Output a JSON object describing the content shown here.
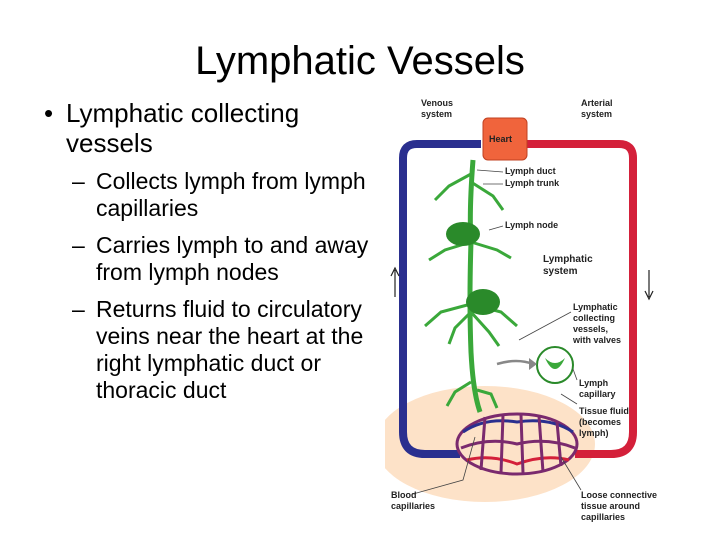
{
  "title": "Lymphatic Vessels",
  "bullet": {
    "marker": "•",
    "text": "Lymphatic collecting vessels",
    "sub_marker": "–",
    "sub_items": [
      "Collects lymph from lymph capillaries",
      "Carries lymph to and away from lymph nodes",
      "Returns fluid to circulatory veins near the heart at the right lymphatic duct or thoracic duct"
    ]
  },
  "diagram": {
    "labels": {
      "venous": "Venous\nsystem",
      "arterial": "Arterial\nsystem",
      "heart": "Heart",
      "lymph_duct": "Lymph duct",
      "lymph_trunk": "Lymph trunk",
      "lymph_node": "Lymph node",
      "lymphatic_system": "Lymphatic\nsystem",
      "collecting": "Lymphatic\ncollecting\nvessels,\nwith valves",
      "lymph_capillary": "Lymph\ncapillary",
      "tissue_fluid": "Tissue fluid\n(becomes\nlymph)",
      "blood_capillaries": "Blood\ncapillaries",
      "loose_tissue": "Loose connective\ntissue around\ncapillaries"
    },
    "colors": {
      "vein": "#2a2f8f",
      "artery": "#d4203a",
      "heart": "#f0643c",
      "lymph": "#3aa83a",
      "node": "#2a8a2a",
      "tissue": "#fde2c8"
    }
  }
}
